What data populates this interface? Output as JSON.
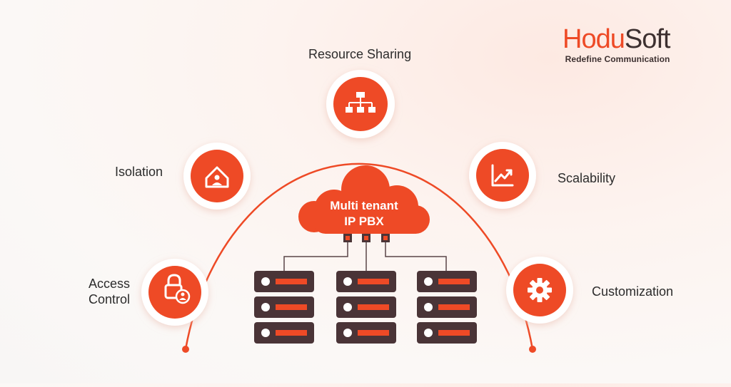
{
  "logo": {
    "brand_part1": "Hodu",
    "brand_part2": "Soft",
    "tagline": "Redefine Communication"
  },
  "hub": {
    "line1": "Multi tenant",
    "line2": "IP PBX"
  },
  "features": [
    {
      "label": "Resource Sharing",
      "icon": "hierarchy-icon"
    },
    {
      "label": "Isolation",
      "icon": "home-user-icon"
    },
    {
      "label": "Scalability",
      "icon": "growth-chart-icon"
    },
    {
      "label": "Access",
      "label2": "Control",
      "icon": "lock-user-icon"
    },
    {
      "label": "Customization",
      "icon": "gear-icon"
    }
  ],
  "colors": {
    "accent": "#ee4a26",
    "dark": "#4a3437",
    "ring": "#ffffff"
  }
}
